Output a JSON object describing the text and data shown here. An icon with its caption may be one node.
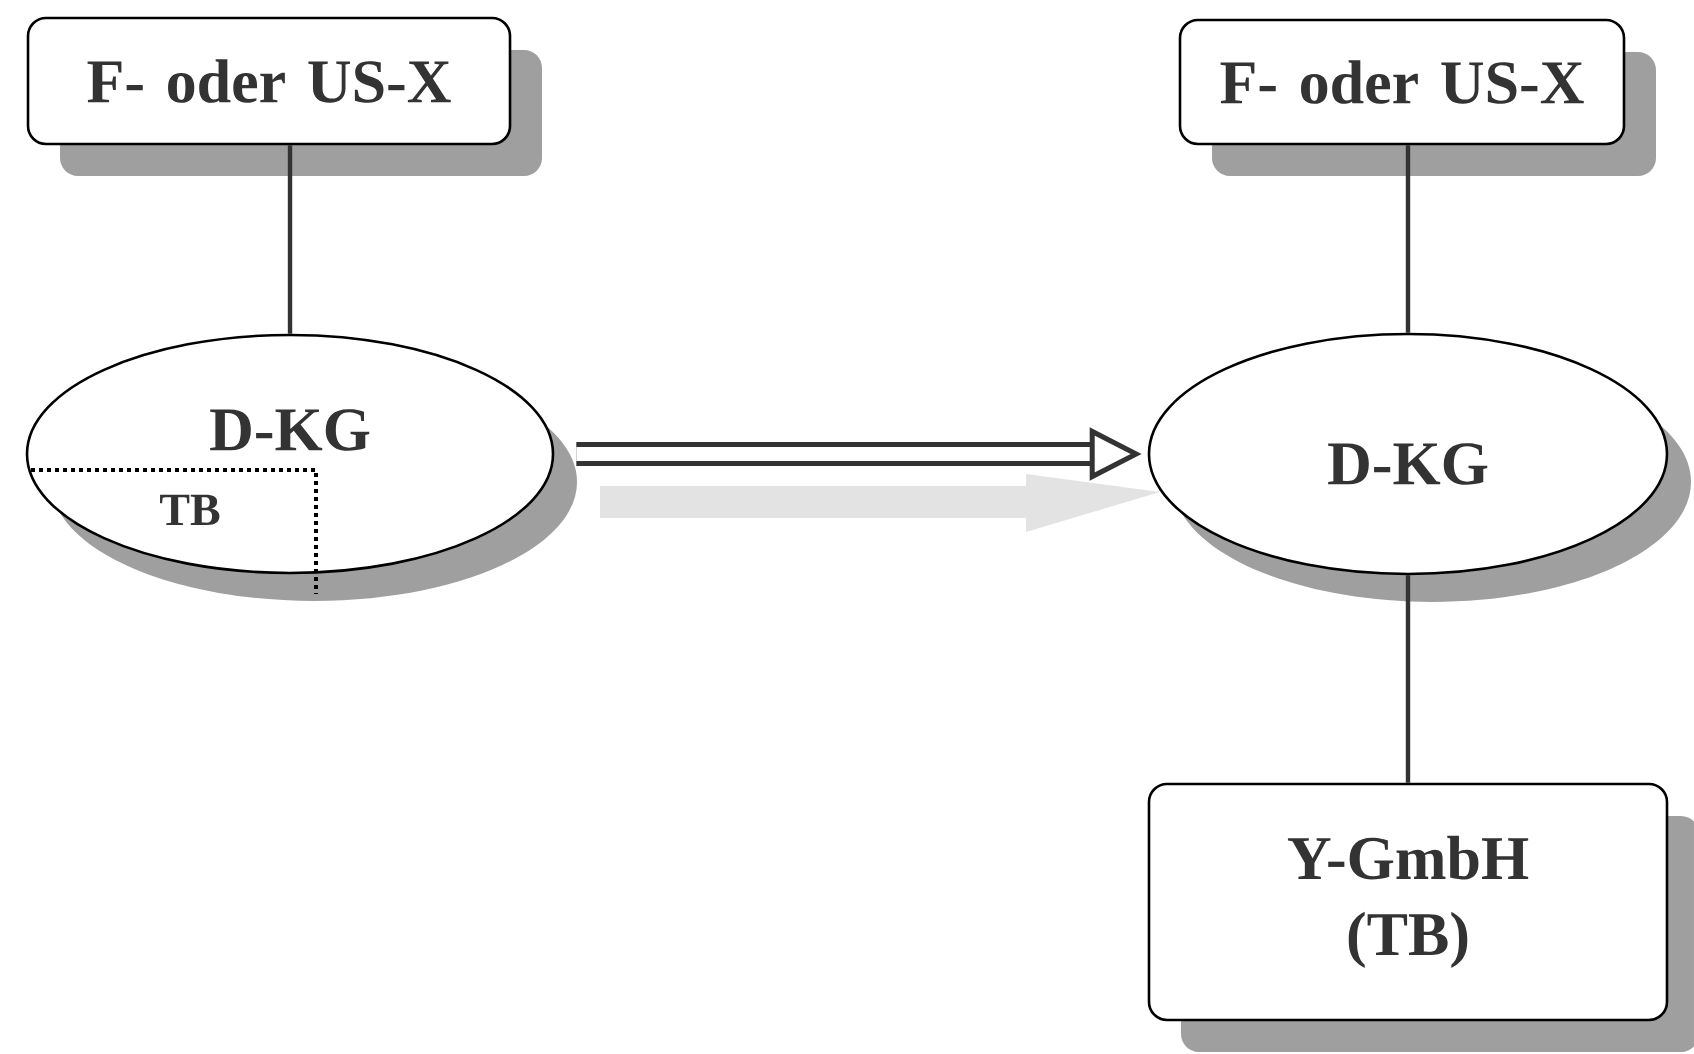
{
  "diagram": {
    "nodes": [
      {
        "text": [
          "F- oder US-X"
        ]
      },
      {
        "text": [
          "D-KG"
        ]
      },
      {
        "text": [
          "TB"
        ],
        "in": 1
      },
      {
        "text": [
          "F- oder US-X"
        ]
      },
      {
        "text": [
          "D-KG"
        ]
      },
      {
        "text": [
          "Y-GmbH (TB)"
        ]
      }
    ],
    "edges": [
      {
        "from": 0,
        "to": 1,
        "arrow": "none"
      },
      {
        "from": 1,
        "to": 4,
        "arrow": "to",
        "style": "thick"
      },
      {
        "from": 3,
        "to": 4,
        "arrow": "none"
      },
      {
        "from": 4,
        "to": 5,
        "arrow": "none"
      }
    ]
  }
}
